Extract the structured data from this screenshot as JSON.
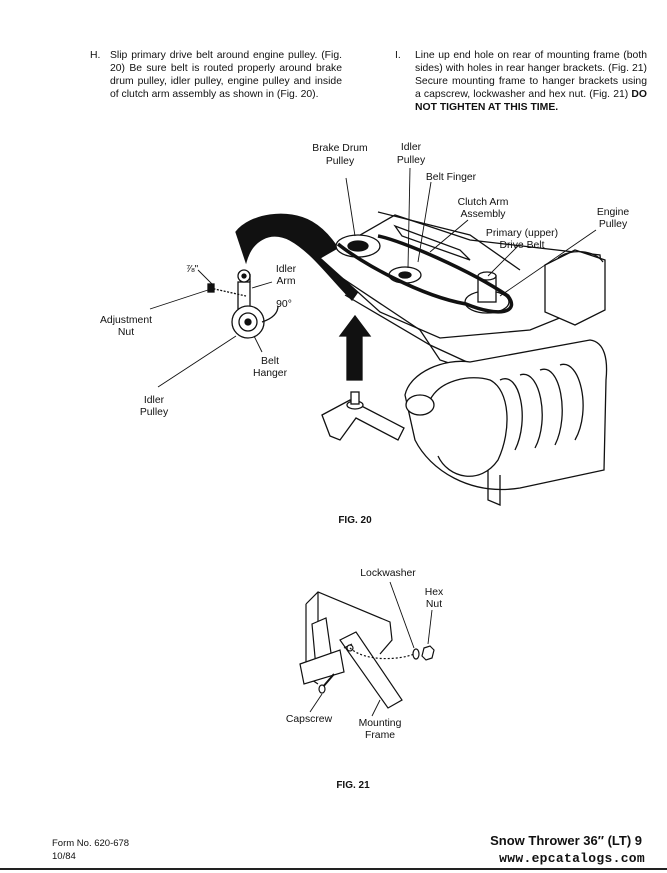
{
  "steps": [
    {
      "letter": "H.",
      "text": "Slip primary drive belt around engine pulley. (Fig. 20) Be sure belt is routed properly around brake drum pulley, idler pulley, engine pulley and inside of clutch arm assembly as shown in (Fig. 20).",
      "bold_text": ""
    },
    {
      "letter": "I.",
      "text": "Line up end hole on rear of mounting frame (both sides) with holes in rear hanger brackets. (Fig. 21) Secure mounting frame to hanger brackets using a capscrew, lockwasher and hex nut. (Fig. 21) ",
      "bold_text": "DO NOT TIGHTEN AT THIS TIME."
    }
  ],
  "fig20": {
    "caption": "FIG. 20",
    "labels": {
      "brake_drum_1": "Brake Drum",
      "brake_drum_2": "Pulley",
      "idler_1": "Idler",
      "idler_2": "Pulley",
      "belt_finger": "Belt Finger",
      "clutch_1": "Clutch Arm",
      "clutch_2": "Assembly",
      "engine_1": "Engine",
      "engine_2": "Pulley",
      "primary_1": "Primary (upper)",
      "primary_2": "Drive Belt",
      "fraction": "⅞\"",
      "idler_arm_1": "Idler",
      "idler_arm_2": "Arm",
      "angle": "90°",
      "adjust_1": "Adjustment",
      "adjust_2": "Nut",
      "hanger_1": "Belt",
      "hanger_2": "Hanger",
      "idlerp_1": "Idler",
      "idlerp_2": "Pulley"
    }
  },
  "fig21": {
    "caption": "FIG. 21",
    "labels": {
      "lockwasher": "Lockwasher",
      "hex_1": "Hex",
      "hex_2": "Nut",
      "capscrew": "Capscrew",
      "frame_1": "Mounting",
      "frame_2": "Frame"
    }
  },
  "footer": {
    "form_no": "Form No. 620-678",
    "date": "10/84",
    "title": "Snow Thrower 36″ (LT) 9",
    "website": "www.epcatalogs.com"
  }
}
